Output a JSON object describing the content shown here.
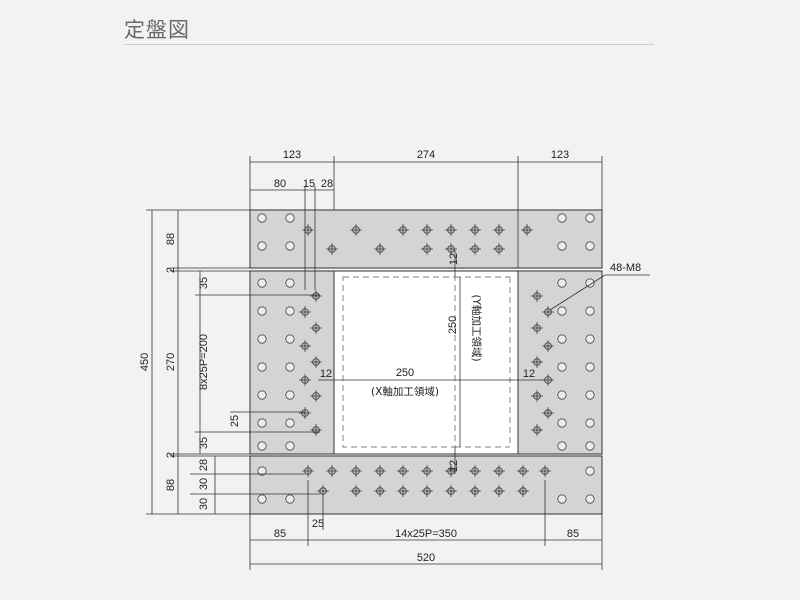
{
  "page": {
    "title": "定盤図"
  },
  "diagram": {
    "top_dims": {
      "left": "123",
      "middle": "274",
      "right": "123"
    },
    "top_sub_dims": {
      "a": "80",
      "b": "15",
      "c": "28"
    },
    "left_dims": {
      "total": "450",
      "top_band": "88",
      "gap_top": "2",
      "middle": "270",
      "gap_bottom": "2",
      "bottom_band": "88"
    },
    "left_inner_dims": {
      "offset_top": "35",
      "pitch": "8x25P=200",
      "offset_bottom": "35",
      "hole_offset": "25",
      "b1": "28",
      "b2": "30",
      "b3": "30"
    },
    "bottom_dims": {
      "left": "85",
      "pitch": "14x25P=350",
      "right": "85",
      "total": "520",
      "sub": "25"
    },
    "work_area": {
      "x_value": "250",
      "x_label": "(X軸加工領域)",
      "y_value": "250",
      "y_label": "(Y軸加工領域)",
      "margin_left": "12",
      "margin_right": "12",
      "margin_top": "12",
      "margin_bottom": "12"
    },
    "callout": "48-M8",
    "colors": {
      "plate": "#d4d4d4",
      "line": "#333333",
      "window": "#ffffff",
      "dash": "#999999"
    }
  }
}
